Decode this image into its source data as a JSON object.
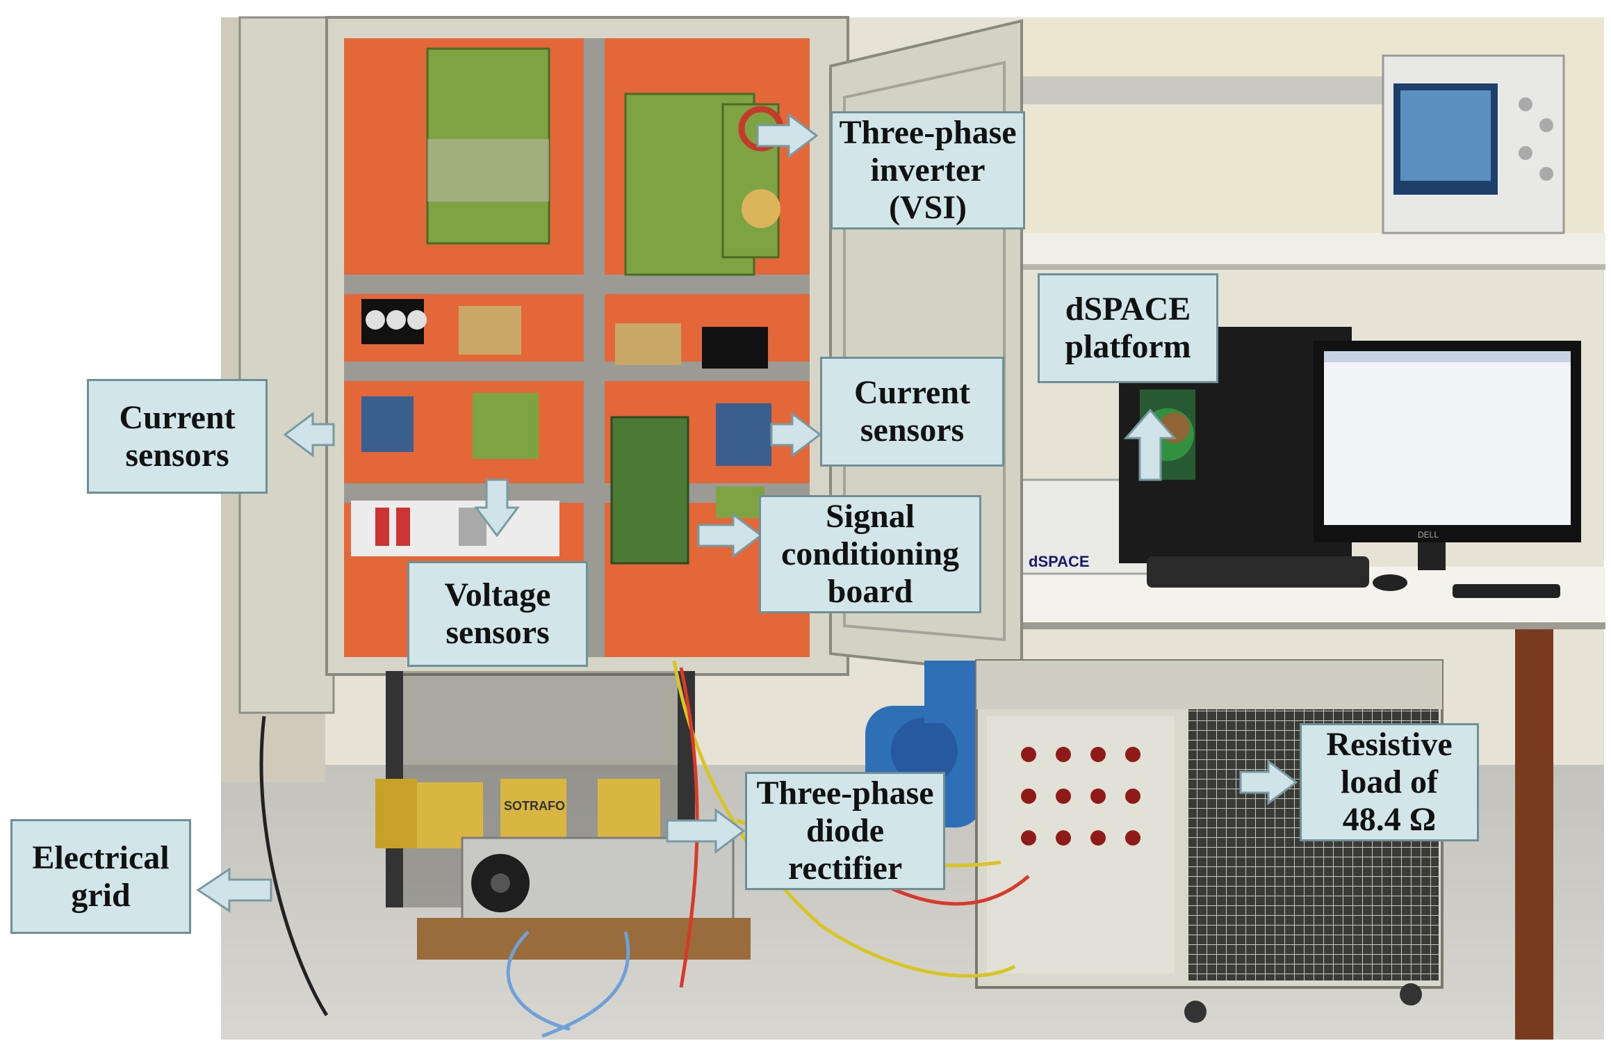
{
  "labels": {
    "inverter": [
      "Three-phase",
      "inverter",
      "(VSI)"
    ],
    "dspace": [
      "dSPACE",
      "platform"
    ],
    "current_sensors_left": [
      "Current",
      "sensors"
    ],
    "current_sensors_right": [
      "Current",
      "sensors"
    ],
    "signal_board": [
      "Signal",
      "conditioning",
      "board"
    ],
    "voltage_sensors": [
      "Voltage",
      "sensors"
    ],
    "electrical_grid": [
      "Electrical",
      "grid"
    ],
    "rectifier": [
      "Three-phase",
      "diode",
      "rectifier"
    ],
    "resistive_load": [
      "Resistive",
      "load of",
      "48.4 Ω"
    ]
  },
  "photo_text": {
    "dspace_brand": "dSPACE",
    "dell_brand": "DELL",
    "transformer_brand": "SOTRAFO"
  },
  "colors": {
    "label_fill": "#d2e6ea",
    "label_border": "#6e8f96",
    "panel_orange": "#e4673a",
    "cabinet": "#dcdcd0",
    "pcb_green": "#7ea343",
    "motor_blue": "#2e6fb5"
  }
}
